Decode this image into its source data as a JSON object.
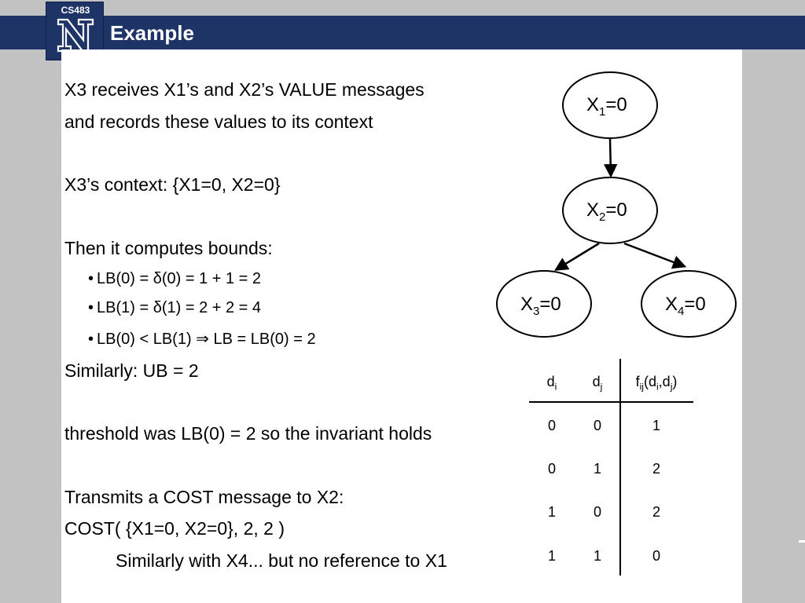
{
  "header": {
    "course_code": "CS483",
    "title": "Example"
  },
  "body": {
    "line1": "X3 receives X1’s and X2’s VALUE messages",
    "line2": "and records these values to its context",
    "line3": "X3’s context: {X1=0, X2=0}",
    "line4": "Then it computes bounds:",
    "bullets": [
      "LB(0) = δ(0) = 1 + 1 = 2",
      "LB(1) = δ(1) = 2 + 2 = 4",
      "LB(0) < LB(1) ⇒ LB = LB(0) = 2"
    ],
    "line5": "Similarly: UB = 2",
    "line6": "threshold was LB(0) = 2 so the invariant holds",
    "line7": "Transmits a COST message to X2:",
    "line8": "COST( {X1=0, X2=0}, 2, 2 )",
    "line9": "Similarly with X4... but no reference to X1"
  },
  "graph": {
    "nodes": [
      {
        "var": "X",
        "sub": "1",
        "val": "=0"
      },
      {
        "var": "X",
        "sub": "2",
        "val": "=0"
      },
      {
        "var": "X",
        "sub": "3",
        "val": "=0"
      },
      {
        "var": "X",
        "sub": "4",
        "val": "=0"
      }
    ]
  },
  "table": {
    "header": {
      "di": "d",
      "di_sub": "i",
      "dj": "d",
      "dj_sub": "j",
      "f": "f",
      "f_sub": "ij",
      "f_open": "(d",
      "f_sub2": "i",
      "f_comma": ",d",
      "f_sub3": "j",
      "f_close": ")"
    },
    "rows": [
      [
        "0",
        "0",
        "1"
      ],
      [
        "0",
        "1",
        "2"
      ],
      [
        "1",
        "0",
        "2"
      ],
      [
        "1",
        "1",
        "0"
      ]
    ]
  }
}
